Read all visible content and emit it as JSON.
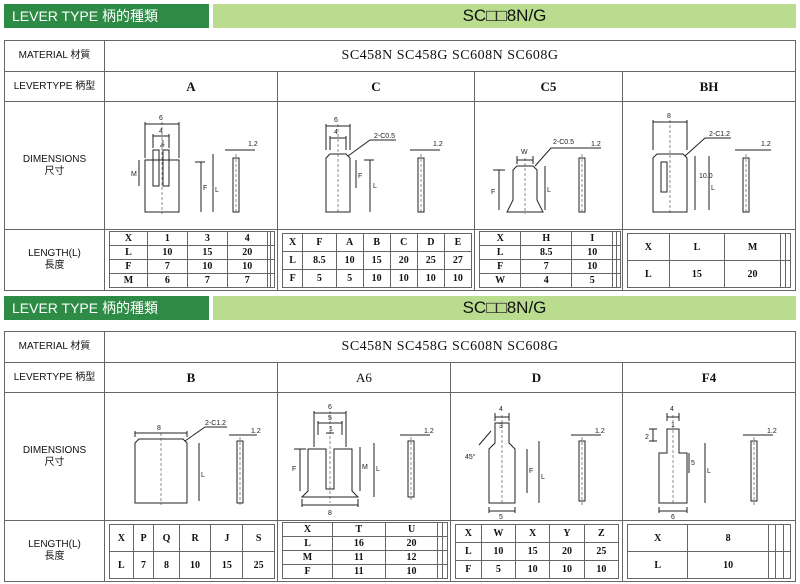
{
  "top": {
    "banner_title": "LEVER TYPE 柄的種類",
    "banner_model": "SC□□8N/G",
    "material_label": "MATERIAL 材質",
    "material_value": "SC458N  SC458G  SC608N  SC608G",
    "levertype_label": "LEVERTYPE 柄型",
    "dimensions_label": "DIMENSIONS",
    "dimensions_label_cn": "尺寸",
    "length_label": "LENGTH(L)",
    "length_label_cn": "長度",
    "types": [
      {
        "name": "A",
        "dims": [
          "6",
          "4",
          "1",
          "M",
          "F",
          "L",
          "1.2"
        ],
        "rows": [
          [
            "X",
            "1",
            "3",
            "4",
            "",
            ""
          ],
          [
            "L",
            "10",
            "15",
            "20",
            "",
            ""
          ],
          [
            "F",
            "7",
            "10",
            "10",
            "",
            ""
          ],
          [
            "M",
            "6",
            "7",
            "7",
            "",
            ""
          ]
        ]
      },
      {
        "name": "C",
        "dims": [
          "6",
          "4",
          "2-C0.5",
          "F",
          "L",
          "1.2"
        ],
        "rows": [
          [
            "X",
            "F",
            "A",
            "B",
            "C",
            "D",
            "E"
          ],
          [
            "L",
            "8.5",
            "10",
            "15",
            "20",
            "25",
            "27"
          ],
          [
            "F",
            "5",
            "5",
            "10",
            "10",
            "10",
            "10"
          ]
        ]
      },
      {
        "name": "C5",
        "dims": [
          "W",
          "2-C0.5",
          "F",
          "L",
          "1.2"
        ],
        "rows": [
          [
            "X",
            "H",
            "I",
            "",
            ""
          ],
          [
            "L",
            "8.5",
            "10",
            "",
            ""
          ],
          [
            "F",
            "7",
            "10",
            "",
            ""
          ],
          [
            "W",
            "4",
            "5",
            "",
            ""
          ]
        ]
      },
      {
        "name": "BH",
        "dims": [
          "8",
          "2-C1.2",
          "10.0",
          "L",
          "1.2"
        ],
        "rows": [
          [
            "X",
            "L",
            "M",
            "",
            ""
          ],
          [
            "L",
            "15",
            "20",
            "",
            ""
          ]
        ]
      }
    ]
  },
  "bottom": {
    "banner_title": "LEVER TYPE 柄的種類",
    "banner_model": "SC□□8N/G",
    "material_label": "MATERIAL 材質",
    "material_value": "SC458N  SC458G  SC608N  SC608G",
    "levertype_label": "LEVERTYPE 柄型",
    "dimensions_label": "DIMENSIONS",
    "dimensions_label_cn": "尺寸",
    "length_label": "LENGTH(L)",
    "length_label_cn": "長度",
    "types": [
      {
        "name": "B",
        "dims": [
          "8",
          "2-C1.2",
          "L",
          "1.2"
        ],
        "rows": [
          [
            "X",
            "P",
            "Q",
            "R",
            "J",
            "S"
          ],
          [
            "L",
            "7",
            "8",
            "10",
            "15",
            "25"
          ]
        ]
      },
      {
        "name": "A6",
        "dims": [
          "6",
          "5",
          "1",
          "F",
          "M",
          "L",
          "8",
          "1.2"
        ],
        "rows": [
          [
            "X",
            "T",
            "U",
            "",
            ""
          ],
          [
            "L",
            "16",
            "20",
            "",
            ""
          ],
          [
            "M",
            "11",
            "12",
            "",
            ""
          ],
          [
            "F",
            "11",
            "10",
            "",
            ""
          ]
        ]
      },
      {
        "name": "D",
        "dims": [
          "4",
          "3",
          "45°",
          "F",
          "L",
          "5",
          "1.2"
        ],
        "rows": [
          [
            "X",
            "W",
            "X",
            "Y",
            "Z"
          ],
          [
            "L",
            "10",
            "15",
            "20",
            "25"
          ],
          [
            "F",
            "5",
            "10",
            "10",
            "10"
          ]
        ]
      },
      {
        "name": "F4",
        "dims": [
          "4",
          "2",
          "1",
          "5",
          "L",
          "6",
          "1.2"
        ],
        "rows": [
          [
            "X",
            "8",
            "",
            "",
            ""
          ],
          [
            "L",
            "10",
            "",
            "",
            ""
          ]
        ]
      }
    ]
  }
}
